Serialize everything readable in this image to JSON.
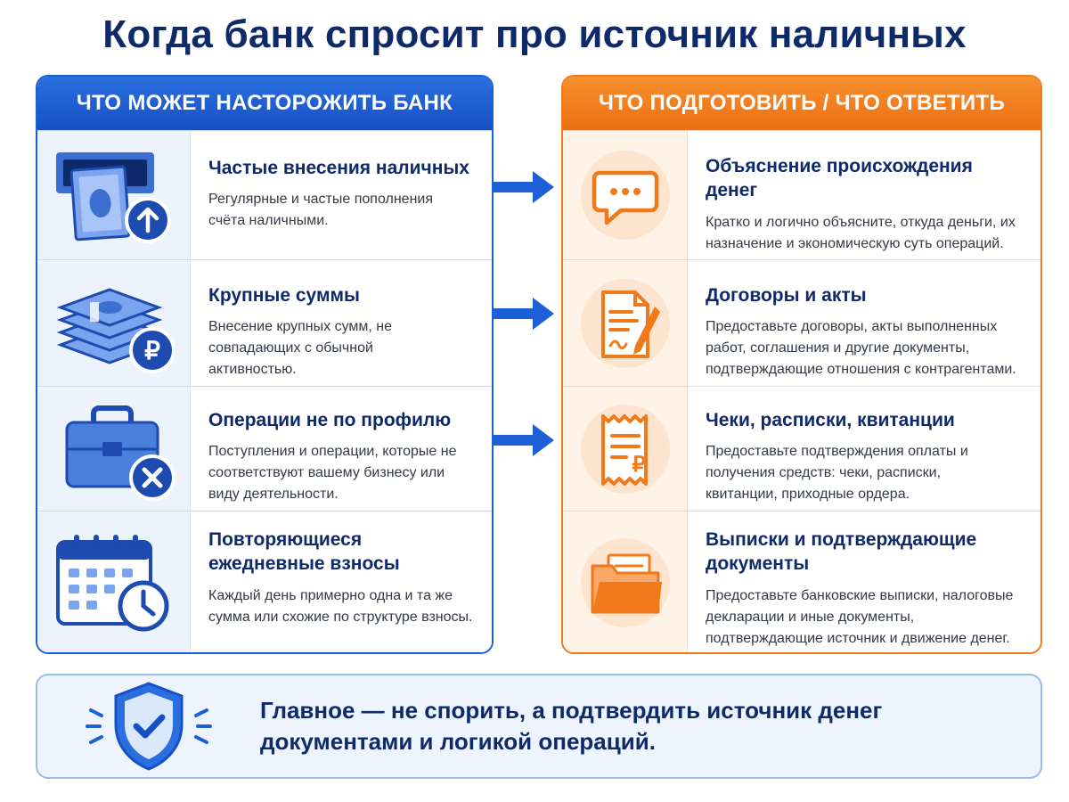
{
  "title": "Когда банк спросит про источник наличных",
  "left_panel": {
    "header": "ЧТО МОЖЕТ НАСТОРОЖИТЬ БАНК",
    "items": [
      {
        "icon": "atm-deposit-icon",
        "title": "Частые внесения наличных",
        "text": "Регулярные и частые пополнения счёта наличными."
      },
      {
        "icon": "money-stack-ruble-icon",
        "title": "Крупные суммы",
        "text": "Внесение крупных сумм, не совпадающих с обычной активностью."
      },
      {
        "icon": "briefcase-cross-icon",
        "title": "Операции не по профилю",
        "text": "Поступления и операции, которые не соответствуют вашему бизнесу или виду деятельности."
      },
      {
        "icon": "calendar-clock-icon",
        "title": "Повторяющиеся ежедневные взносы",
        "text": "Каждый день примерно одна и та же сумма или схожие по структуре взносы."
      }
    ]
  },
  "right_panel": {
    "header": "ЧТО ПОДГОТОВИТЬ / ЧТО ОТВЕТИТЬ",
    "items": [
      {
        "icon": "chat-bubble-icon",
        "title": "Объяснение происхождения денег",
        "text": "Кратко и логично объясните, откуда деньги, их назначение и экономическую суть операций."
      },
      {
        "icon": "contract-pen-icon",
        "title": "Договоры и акты",
        "text": "Предоставьте договоры, акты выполненных работ, соглашения и другие документы, подтверждающие отношения с контрагентами."
      },
      {
        "icon": "receipt-ruble-icon",
        "title": "Чеки, расписки, квитанции",
        "text": "Предоставьте подтверждения оплаты и получения средств: чеки, расписки, квитанции, приходные ордера."
      },
      {
        "icon": "folder-documents-icon",
        "title": "Выписки и подтверждающие документы",
        "text": "Предоставьте банковские выписки, налоговые декларации и иные документы, подтверждающие источник и движение денег."
      }
    ]
  },
  "bottom": {
    "icon": "shield-check-icon",
    "message": "Главное — не спорить, а подтвердить источник денег документами и логикой операций."
  },
  "colors": {
    "navy": "#0f2a6b",
    "blue": "#1d5fd6",
    "orange": "#f07a1a"
  }
}
